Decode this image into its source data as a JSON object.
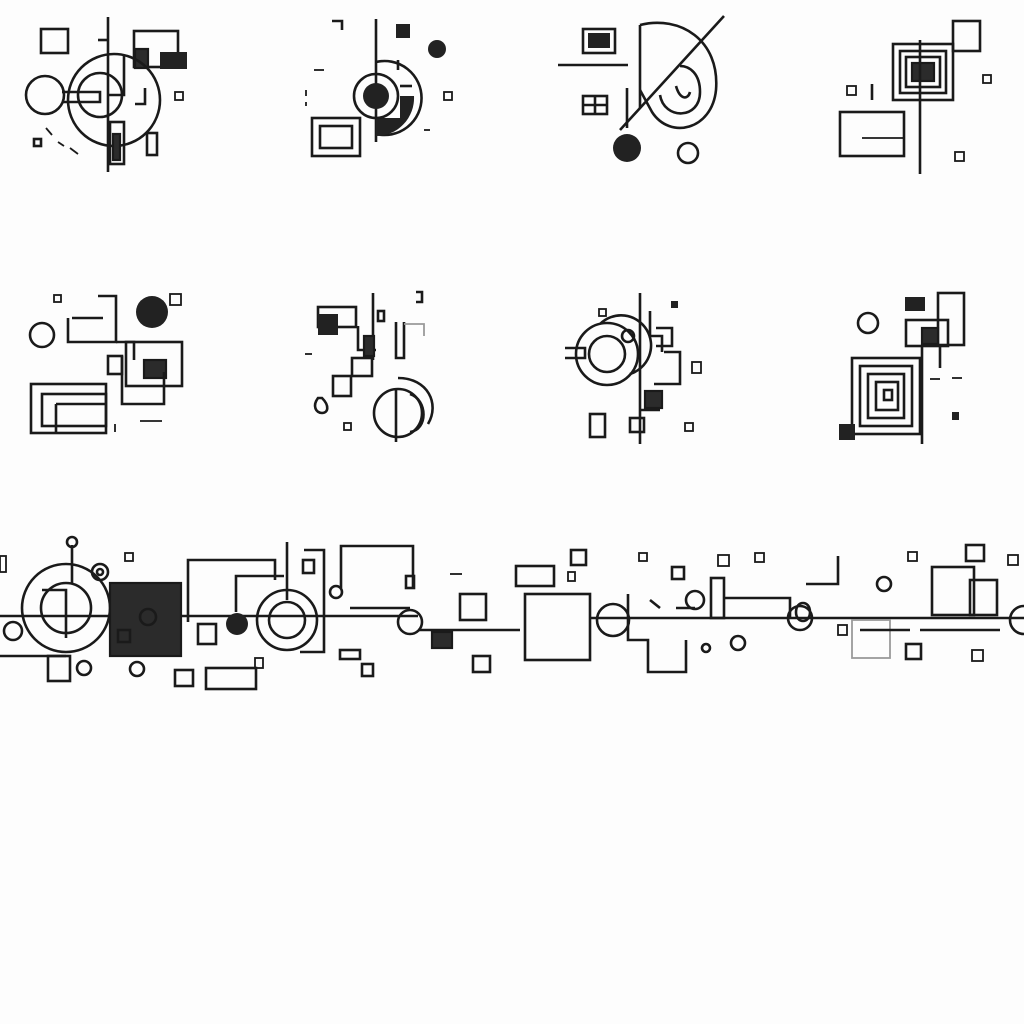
{
  "canvas": {
    "background": "#fdfdfd",
    "ink": "#1a1a1a",
    "fill": "#222222"
  },
  "layout": {
    "rows": [
      {
        "name": "top-row",
        "motifs": 4
      },
      {
        "name": "middle-row",
        "motifs": 4
      },
      {
        "name": "bottom-strip",
        "motifs": 1
      }
    ]
  },
  "motifs": [
    {
      "id": "1",
      "icon": "geometric-motif-icon"
    },
    {
      "id": "2",
      "icon": "geometric-motif-icon"
    },
    {
      "id": "3",
      "icon": "geometric-motif-icon"
    },
    {
      "id": "4",
      "icon": "geometric-motif-icon"
    },
    {
      "id": "5",
      "icon": "geometric-motif-icon"
    },
    {
      "id": "6",
      "icon": "geometric-motif-icon"
    },
    {
      "id": "7",
      "icon": "geometric-motif-icon"
    },
    {
      "id": "8",
      "icon": "geometric-motif-icon"
    },
    {
      "id": "9",
      "icon": "geometric-border-strip-icon"
    }
  ]
}
